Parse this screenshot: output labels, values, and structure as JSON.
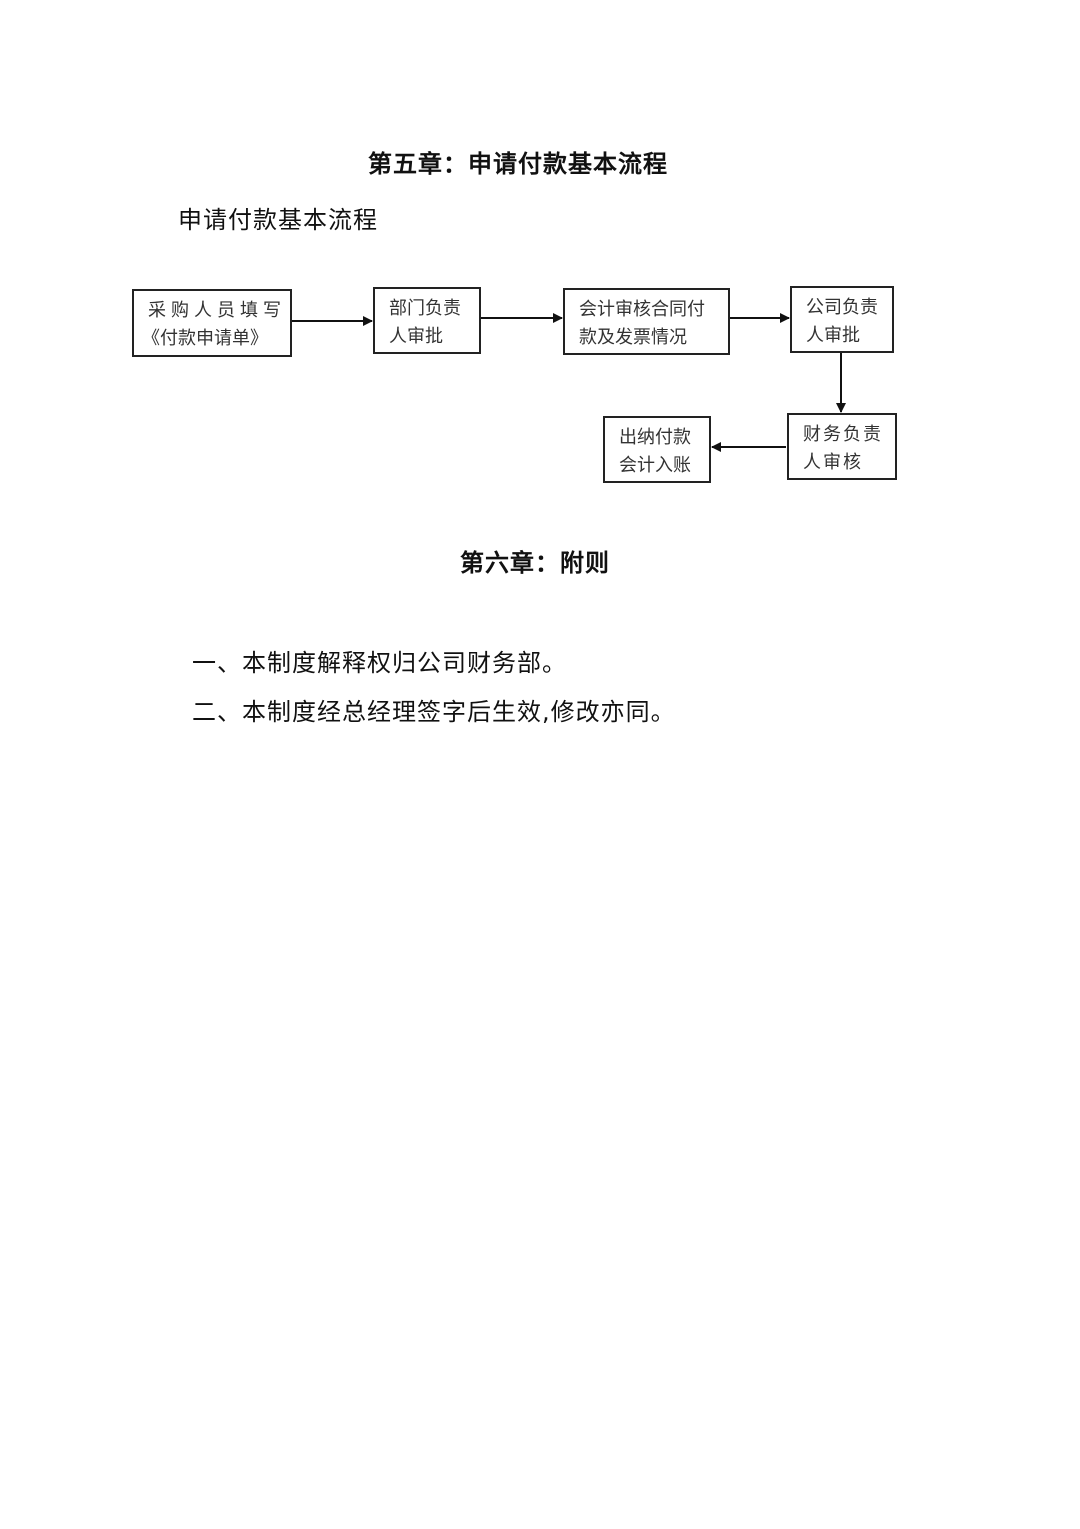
{
  "chapter5": {
    "title": "第五章：申请付款基本流程",
    "subtitle": "申请付款基本流程"
  },
  "flowchart": {
    "nodes": [
      {
        "id": "n1",
        "lines": [
          "采购人员填写",
          "《付款申请单》"
        ]
      },
      {
        "id": "n2",
        "lines": [
          "部门负责",
          "人审批"
        ]
      },
      {
        "id": "n3",
        "lines": [
          "会计审核合同付",
          "款及发票情况"
        ]
      },
      {
        "id": "n4",
        "lines": [
          "公司负责",
          "人审批"
        ]
      },
      {
        "id": "n5",
        "lines": [
          "财务负责",
          "人审核"
        ]
      },
      {
        "id": "n6",
        "lines": [
          "出纳付款",
          "会计入账"
        ]
      }
    ],
    "edges": [
      {
        "from": "n1",
        "to": "n2",
        "direction": "right"
      },
      {
        "from": "n2",
        "to": "n3",
        "direction": "right"
      },
      {
        "from": "n3",
        "to": "n4",
        "direction": "right"
      },
      {
        "from": "n4",
        "to": "n5",
        "direction": "down"
      },
      {
        "from": "n5",
        "to": "n6",
        "direction": "left"
      }
    ]
  },
  "chapter6": {
    "title": "第六章：附则",
    "items": [
      "一、本制度解释权归公司财务部。",
      "二、本制度经总经理签字后生效,修改亦同。"
    ]
  }
}
